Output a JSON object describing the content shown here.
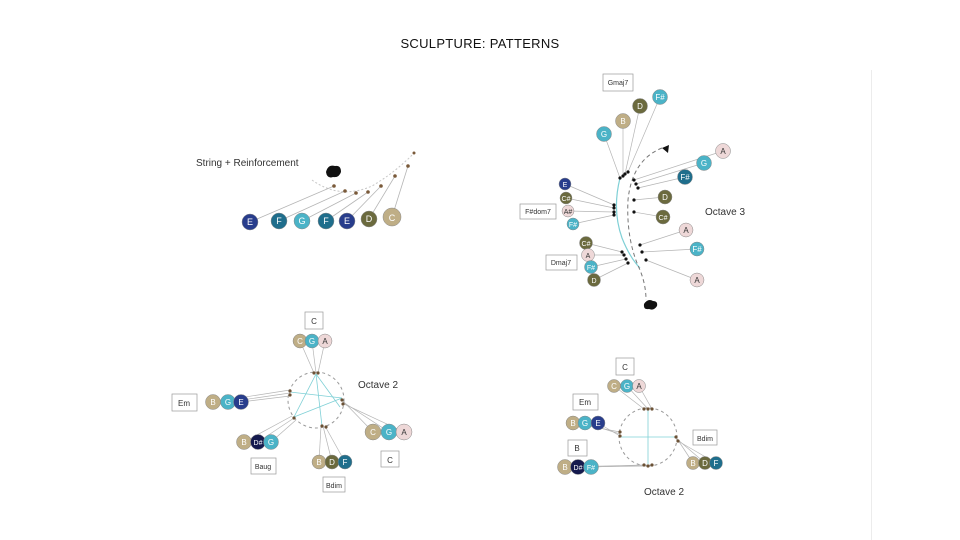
{
  "slide": {
    "title": "SCULPTURE: PATTERNS"
  },
  "colors": {
    "tan": "#bfae86",
    "olive": "#6b6a3e",
    "teal": "#4bb3c7",
    "steel": "#1f6e8c",
    "navy": "#283d8c",
    "midnight": "#151a4e",
    "pink": "#eed8d8",
    "line": "#b5b5b5",
    "cyan_line": "#7fd0d6",
    "knot": "#3a2c1a"
  },
  "panels": {
    "string": {
      "label": "String + Reinforcement",
      "notes": [
        "E",
        "F",
        "G",
        "F",
        "E",
        "D",
        "C"
      ]
    },
    "octave3": {
      "label": "Octave 3",
      "chord_gmaj7": "Gmaj7",
      "chord_fdom7": "F#dom7",
      "chord_dmaj7": "Dmaj7",
      "left_notes": [
        "G",
        "B",
        "D",
        "F#",
        "E",
        "C#",
        "A#",
        "F#",
        "C#",
        "A",
        "F#",
        "D"
      ],
      "right_notes": [
        "A",
        "G",
        "F#",
        "D",
        "C#",
        "A",
        "F#",
        "A"
      ]
    },
    "octave2_left": {
      "label": "Octave 2",
      "top_chord": "C",
      "top_notes": [
        "C",
        "G",
        "A"
      ],
      "em_label": "Em",
      "em_notes": [
        "B",
        "G",
        "E"
      ],
      "baug_label": "Baug",
      "baug_notes": [
        "B",
        "D#",
        "G"
      ],
      "bdim_label": "Bdim",
      "bdim_notes": [
        "B",
        "D",
        "F"
      ],
      "c2_label": "C",
      "c2_notes": [
        "C",
        "G",
        "A"
      ]
    },
    "octave2_right": {
      "label": "Octave 2",
      "top_chord": "C",
      "top_notes": [
        "C",
        "G",
        "A"
      ],
      "em_label": "Em",
      "em_notes": [
        "B",
        "G",
        "E"
      ],
      "b_label": "B",
      "b_notes": [
        "B",
        "D#",
        "F#"
      ],
      "bdim_label": "Bdim",
      "bdim_notes": [
        "B",
        "D",
        "F"
      ]
    }
  }
}
